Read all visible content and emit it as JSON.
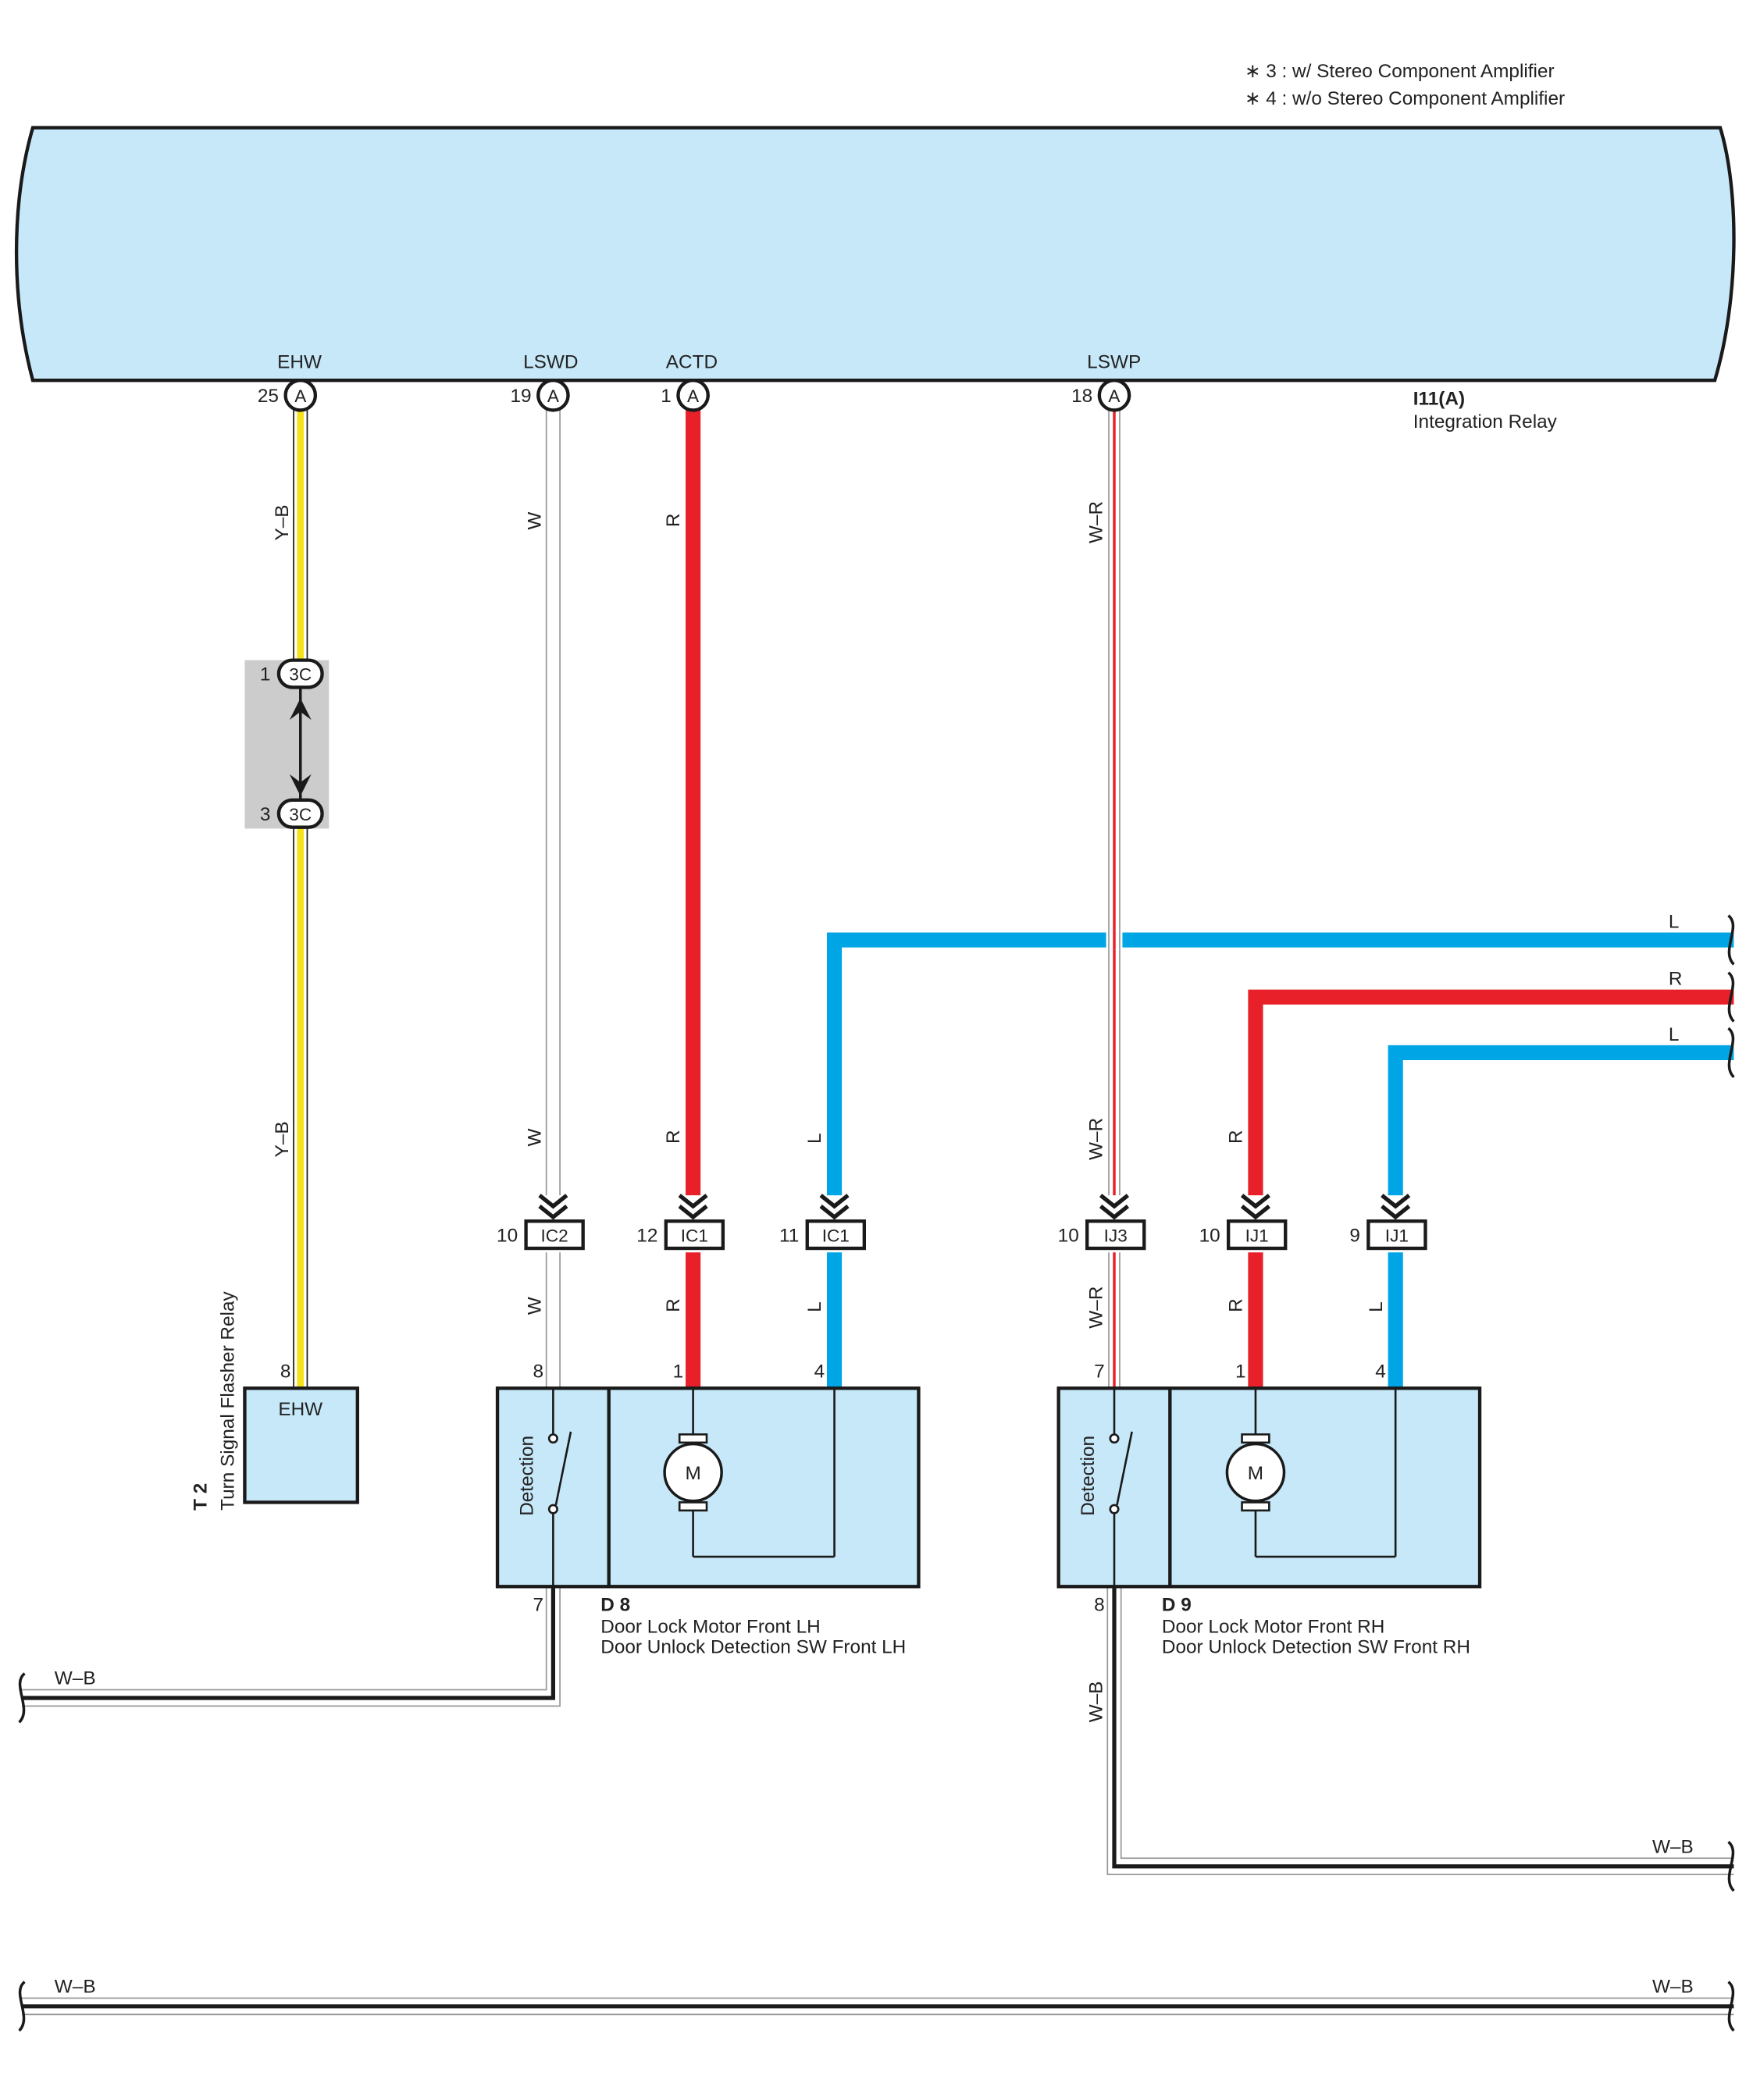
{
  "notes": [
    "∗ 3 : w/ Stereo Component Amplifier",
    "∗ 4 : w/o Stereo Component Amplifier"
  ],
  "integration_relay": {
    "code": "I11(A)",
    "name": "Integration Relay",
    "pins": [
      {
        "num": "25",
        "conn": "A",
        "label": "EHW"
      },
      {
        "num": "19",
        "conn": "A",
        "label": "LSWD"
      },
      {
        "num": "1",
        "conn": "A",
        "label": "ACTD"
      },
      {
        "num": "18",
        "conn": "A",
        "label": "LSWP"
      }
    ]
  },
  "colors": {
    "panel_fill": "#c7e8f9",
    "wire_yellow": "#f5e21b",
    "wire_red": "#e8202a",
    "wire_blue": "#00a5e6",
    "junction_fill": "#cccccc"
  },
  "wires": {
    "yb": "Y–B",
    "w": "W",
    "r": "R",
    "wr": "W–R",
    "l": "L",
    "wb": "W–B"
  },
  "junction": {
    "top_pin": "1",
    "bottom_pin": "3",
    "conn": "3C"
  },
  "connectors": [
    {
      "pin": "10",
      "code": "IC2"
    },
    {
      "pin": "12",
      "code": "IC1"
    },
    {
      "pin": "11",
      "code": "IC1"
    },
    {
      "pin": "10",
      "code": "IJ3"
    },
    {
      "pin": "10",
      "code": "IJ1"
    },
    {
      "pin": "9",
      "code": "IJ1"
    }
  ],
  "flasher_relay": {
    "code": "T 2",
    "name": "Turn Signal Flasher Relay",
    "pin": "8",
    "terminal": "EHW"
  },
  "motor_lh": {
    "code": "D 8",
    "name1": "Door Lock Motor Front LH",
    "name2": "Door Unlock Detection SW Front LH",
    "detection": "Detection",
    "motor": "M",
    "pin_detect": "8",
    "pin_motor1": "1",
    "pin_motor4": "4",
    "pin_ground": "7"
  },
  "motor_rh": {
    "code": "D 9",
    "name1": "Door Lock Motor Front RH",
    "name2": "Door Unlock Detection SW Front RH",
    "detection": "Detection",
    "motor": "M",
    "pin_detect": "7",
    "pin_motor1": "1",
    "pin_motor4": "4",
    "pin_ground": "8"
  }
}
